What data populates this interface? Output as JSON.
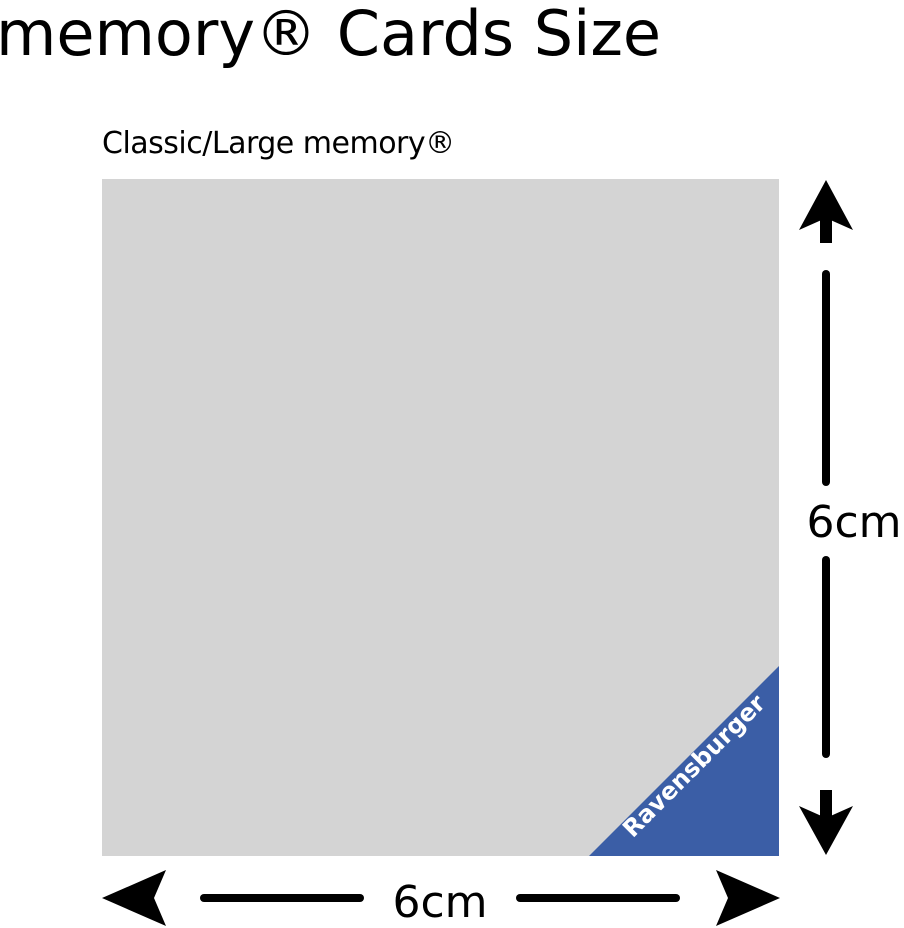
{
  "title": "memory® Cards Size",
  "subtitle": "Classic/Large memory®",
  "card": {
    "brand_text": "Ravensburger",
    "card_color": "#d4d4d4",
    "brand_color": "#3b5ea6"
  },
  "dimensions": {
    "width_label": "6cm",
    "height_label": "6cm"
  },
  "icons": {
    "arrows": [
      "arrow-left-icon",
      "arrow-right-icon",
      "arrow-up-icon",
      "arrow-down-icon"
    ]
  }
}
